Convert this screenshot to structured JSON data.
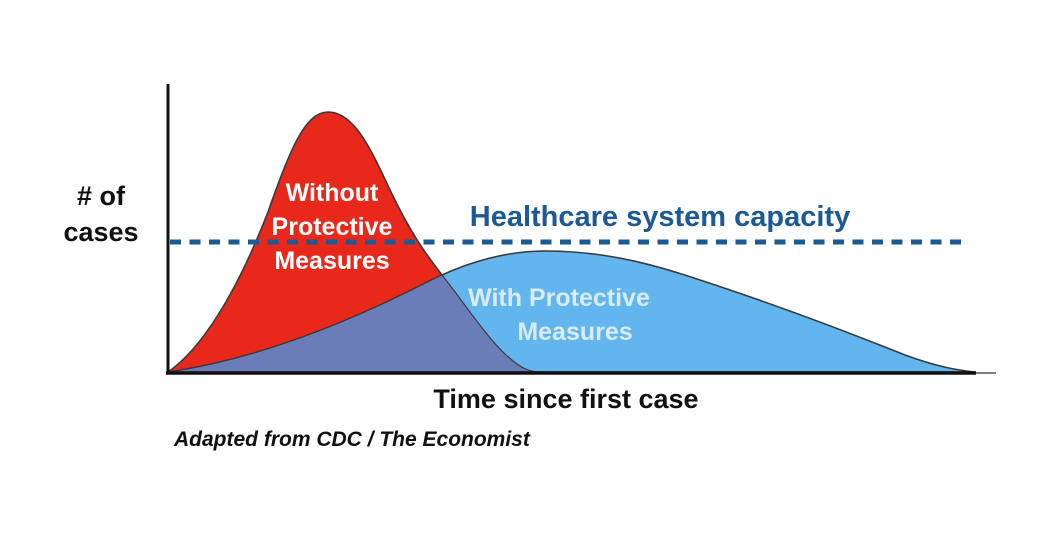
{
  "colors": {
    "without_fill": "#e8281a",
    "with_fill": "#63b5ee",
    "overlap_fill": "#6b7db9",
    "capacity": "#1b5a94",
    "axis": "#111111",
    "axis_thin": "#555555",
    "text": "#111111",
    "without_label_text": "#ffffff",
    "with_label_text": "#d8ecfa"
  },
  "labels": {
    "y_axis": {
      "text": "# of cases",
      "lines": [
        "# of",
        "cases"
      ]
    },
    "x_axis": "Time since first case",
    "capacity": "Healthcare system capacity",
    "without": {
      "text": "Without Protective Measures",
      "lines": [
        "Without",
        "Protective",
        "Measures"
      ]
    },
    "with": {
      "text": "With Protective Measures",
      "lines": [
        "With Protective",
        "Measures"
      ]
    },
    "attribution": "Adapted from CDC / The Economist"
  },
  "chart_data": {
    "type": "area",
    "title": "",
    "xlabel": "Time since first case",
    "ylabel": "# of cases",
    "x_units": "relative time since first case (0-100, no numeric ticks shown)",
    "y_units": "relative number of cases (peak of 'Without Protective Measures' = 1.0, no numeric ticks shown)",
    "xlim": [
      0,
      100
    ],
    "ylim": [
      0,
      1.15
    ],
    "grid": false,
    "legend": "labels drawn inside the filled curves",
    "annotations": [
      "Healthcare system capacity"
    ],
    "caption": "Adapted from CDC / The Economist",
    "capacity_line": {
      "label": "Healthcare system capacity",
      "value": 0.5,
      "style": "dashed",
      "color": "#1b5a94"
    },
    "series": [
      {
        "name": "Without Protective Measures",
        "color": "#e8281a",
        "points": [
          [
            0,
            0
          ],
          [
            4,
            0.12
          ],
          [
            8,
            0.32
          ],
          [
            12,
            0.68
          ],
          [
            16,
            0.95
          ],
          [
            19.5,
            1.0
          ],
          [
            24,
            0.93
          ],
          [
            28,
            0.68
          ],
          [
            31.5,
            0.5
          ],
          [
            34,
            0.37
          ],
          [
            39,
            0.16
          ],
          [
            42,
            0.05
          ],
          [
            46,
            0
          ]
        ]
      },
      {
        "name": "With Protective Measures",
        "color": "#63b5ee",
        "points": [
          [
            0,
            0
          ],
          [
            10,
            0.06
          ],
          [
            20,
            0.16
          ],
          [
            29,
            0.29
          ],
          [
            34,
            0.37
          ],
          [
            41,
            0.45
          ],
          [
            46,
            0.47
          ],
          [
            54,
            0.46
          ],
          [
            61,
            0.41
          ],
          [
            68,
            0.34
          ],
          [
            76,
            0.25
          ],
          [
            83,
            0.16
          ],
          [
            91,
            0.08
          ],
          [
            96,
            0.03
          ],
          [
            100,
            0
          ]
        ]
      }
    ],
    "overlap_region": {
      "description": "area under both curves (x 0-46), shown in blended purple-blue",
      "color": "#6b7db9"
    }
  }
}
